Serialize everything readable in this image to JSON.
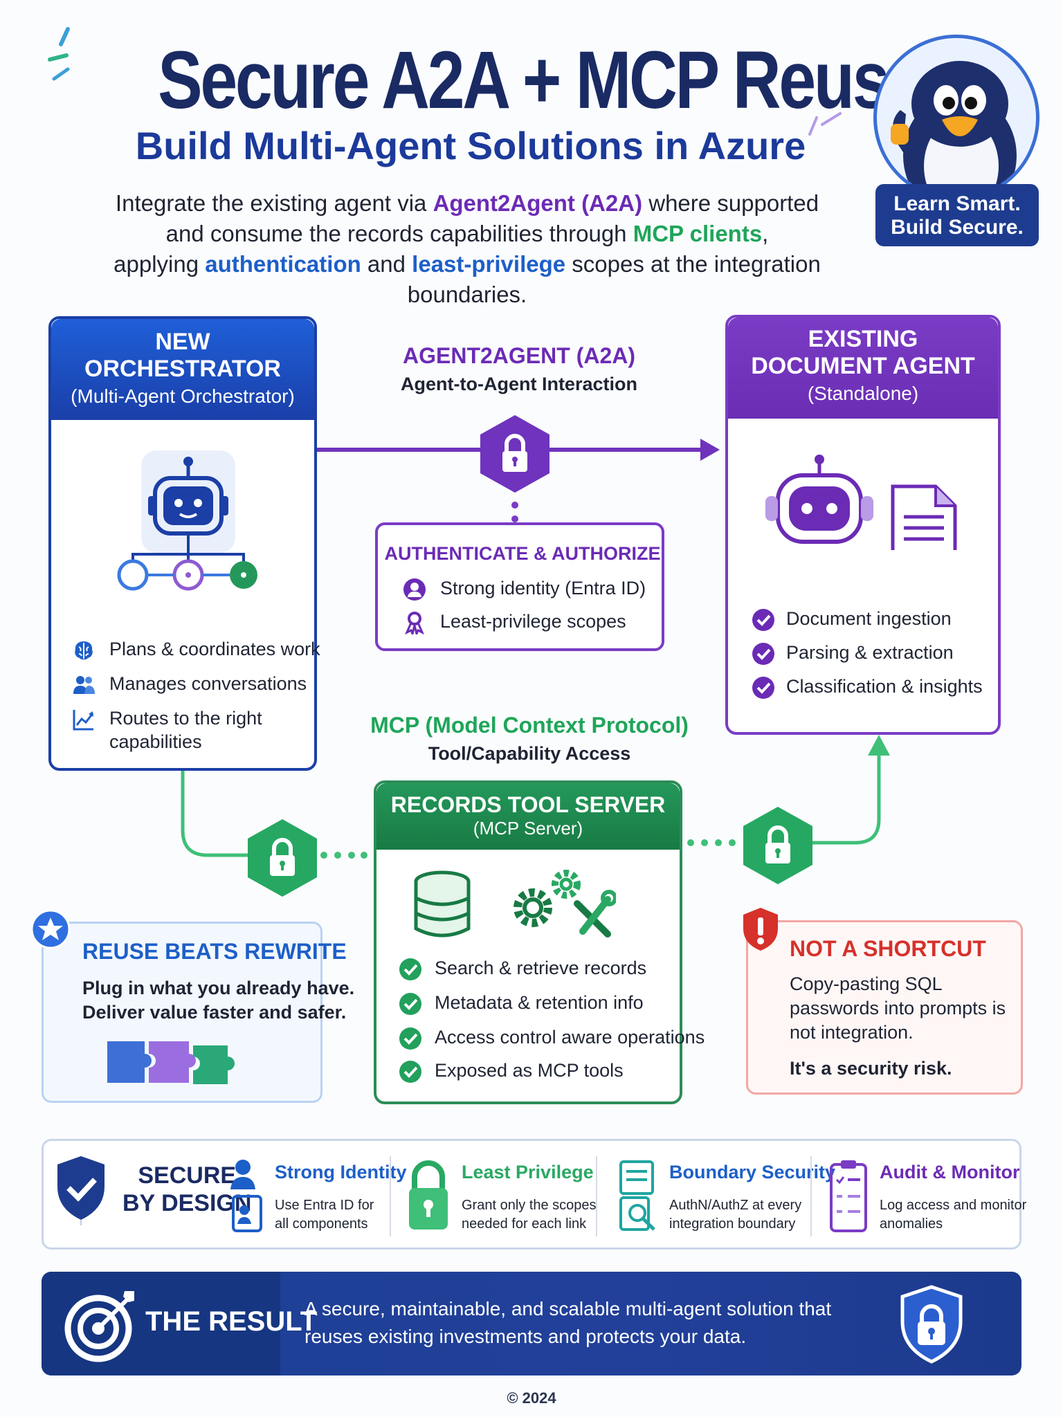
{
  "header": {
    "title": "Secure A2A + MCP Reuse",
    "subtitle": "Build Multi-Agent Solutions in Azure",
    "intro": {
      "l1_pre": "Integrate the existing agent via ",
      "l1_hl": "Agent2Agent (A2A)",
      "l1_post": " where supported",
      "l2_pre": "and consume the records capabilities through ",
      "l2_hl": "MCP clients",
      "l2_post": ",",
      "l3_pre": "applying ",
      "l3_hl1": "authentication",
      "l3_mid": " and ",
      "l3_hl2": "least-privilege",
      "l3_post": " scopes at the integration boundaries."
    }
  },
  "mascot": {
    "badge_line1": "Learn Smart.",
    "badge_line2": "Build Secure."
  },
  "orchestrator": {
    "title_line1": "NEW",
    "title_line2": "ORCHESTRATOR",
    "subtitle": "(Multi-Agent Orchestrator)",
    "items": [
      {
        "icon": "brain-icon",
        "label": "Plans & coordinates work"
      },
      {
        "icon": "users-icon",
        "label": "Manages conversations"
      },
      {
        "icon": "chart-icon",
        "label_line1": "Routes to the right",
        "label_line2": "capabilities"
      }
    ]
  },
  "a2a": {
    "title": "AGENT2AGENT (A2A)",
    "subtitle": "Agent-to-Agent Interaction"
  },
  "auth": {
    "title": "AUTHENTICATE & AUTHORIZE",
    "items": [
      {
        "icon": "user-icon",
        "label": "Strong identity (Entra ID)"
      },
      {
        "icon": "ribbon-icon",
        "label": "Least-privilege scopes"
      }
    ]
  },
  "doc_agent": {
    "title_line1": "EXISTING",
    "title_line2": "DOCUMENT AGENT",
    "subtitle": "(Standalone)",
    "items": [
      {
        "label": "Document ingestion"
      },
      {
        "label": "Parsing & extraction"
      },
      {
        "label": "Classification & insights"
      }
    ]
  },
  "mcp": {
    "title": "MCP (Model Context Protocol)",
    "subtitle": "Tool/Capability Access"
  },
  "records": {
    "title": "RECORDS TOOL SERVER",
    "subtitle": "(MCP Server)",
    "items": [
      {
        "label": "Search & retrieve records"
      },
      {
        "label": "Metadata & retention info"
      },
      {
        "label": "Access control aware operations"
      },
      {
        "label": "Exposed as MCP tools"
      }
    ]
  },
  "reuse": {
    "title": "REUSE BEATS REWRITE",
    "line1": "Plug in what you already have.",
    "line2": "Deliver value faster and safer."
  },
  "shortcut": {
    "title": "NOT A SHORTCUT",
    "text": "Copy-pasting SQL passwords into prompts is not integration.",
    "risk": "It's a security risk."
  },
  "secure_by_design": {
    "title_line1": "SECURE",
    "title_line2": "BY DESIGN",
    "columns": [
      {
        "icon": "identity-icon",
        "title": "Strong Identity",
        "line1": "Use Entra ID for",
        "line2": "all components"
      },
      {
        "icon": "padlock-icon",
        "title": "Least Privilege",
        "line1": "Grant only the scopes",
        "line2": "needed for each link"
      },
      {
        "icon": "document-search-icon",
        "title": "Boundary Security",
        "line1": "AuthN/AuthZ at every",
        "line2": "integration boundary"
      },
      {
        "icon": "clipboard-icon",
        "title": "Audit & Monitor",
        "line1": "Log access and monitor",
        "line2": "anomalies"
      }
    ]
  },
  "result": {
    "title": "THE RESULT",
    "line1": "A secure, maintainable, and scalable multi-agent solution that",
    "line2": "reuses existing investments and protects your data."
  },
  "footer": {
    "copyright": "© 2024"
  },
  "colors": {
    "navy": "#1a2a63",
    "blue": "#1d5fc8",
    "purple": "#6b2bb5",
    "green": "#1fa55a",
    "red": "#d6312b"
  }
}
